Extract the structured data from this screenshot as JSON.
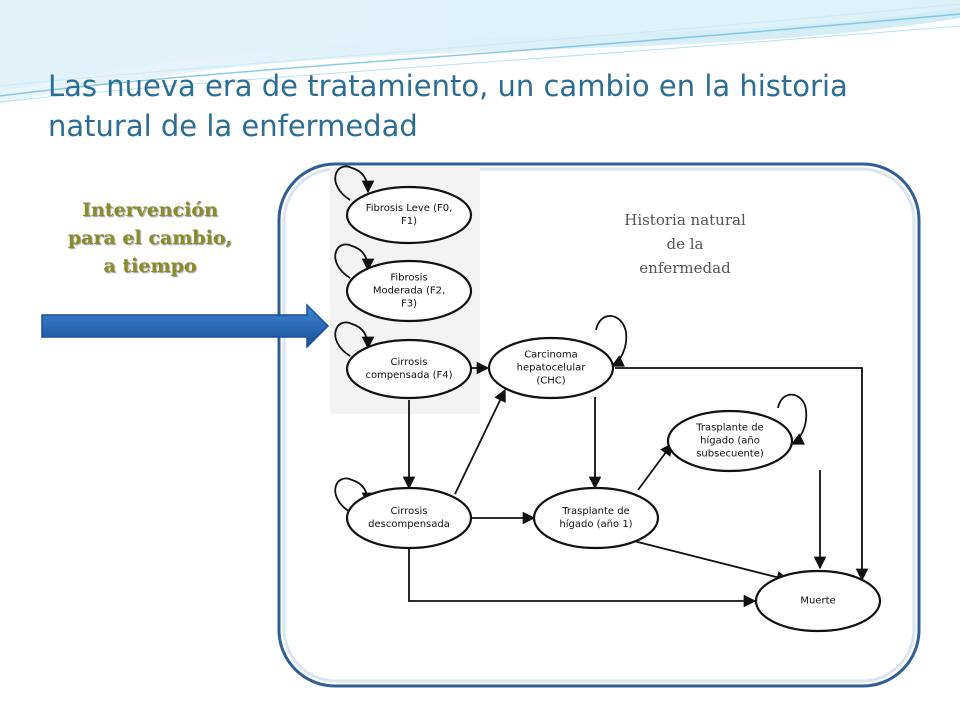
{
  "slide": {
    "title_line1": "Las nueva era de tratamiento, un cambio en la historia",
    "title_line2": "natural de la enfermedad",
    "intervention_lines": [
      "Intervención",
      "para el cambio,",
      "a tiempo"
    ],
    "historia_lines": [
      "Historia natural",
      "de la",
      "enfermedad"
    ]
  },
  "colors": {
    "title": "#2c6d93",
    "intervention": "#8a8b2b",
    "frame_border": "#2f5f95",
    "arrow_blue": "#1f63b8",
    "wave": "#9fd3ea"
  },
  "diagram": {
    "nodes": [
      {
        "id": "fibrosis-leve",
        "lines": [
          "Fibrosis Leve (F0,",
          "F1)"
        ]
      },
      {
        "id": "fibrosis-moderada",
        "lines": [
          "Fibrosis",
          "Moderada (F2,",
          "F3)"
        ]
      },
      {
        "id": "cirrosis-compensada",
        "lines": [
          "Cirrosis",
          "compensada (F4)"
        ]
      },
      {
        "id": "carcinoma",
        "lines": [
          "Carcinoma",
          "hepatocelular",
          "(CHC)"
        ]
      },
      {
        "id": "trasplante-subsecuente",
        "lines": [
          "Trasplante de",
          "hígado (año",
          "subsecuente)"
        ]
      },
      {
        "id": "cirrosis-descompensada",
        "lines": [
          "Cirrosis",
          "descompensada"
        ]
      },
      {
        "id": "trasplante-ano1",
        "lines": [
          "Trasplante de",
          "hígado (año 1)"
        ]
      },
      {
        "id": "muerte",
        "lines": [
          "Muerte"
        ]
      }
    ]
  }
}
